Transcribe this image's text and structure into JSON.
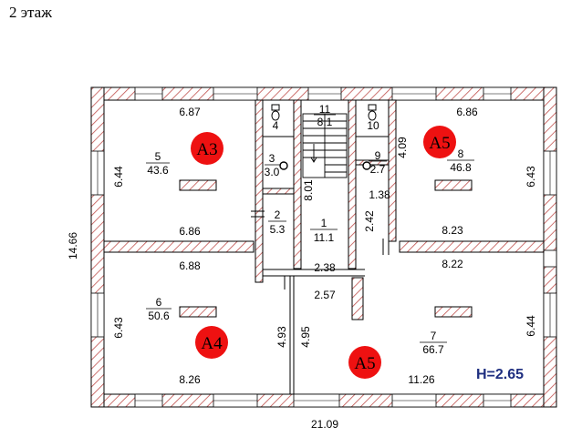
{
  "title": "2 этаж",
  "height_label": "H=2.65",
  "colors": {
    "wall_hatch": "#c0504d",
    "marker": "#ee1111",
    "height_text": "#1f2f80"
  },
  "overall": {
    "width": "21.09",
    "depth": "14.66"
  },
  "rooms": [
    {
      "number": "5",
      "area": "43.6"
    },
    {
      "number": "4",
      "area": ""
    },
    {
      "number": "3",
      "area": "3.0"
    },
    {
      "number": "2",
      "area": "5.3"
    },
    {
      "number": "11",
      "area": "8.1"
    },
    {
      "number": "1",
      "area": "11.1"
    },
    {
      "number": "10",
      "area": ""
    },
    {
      "number": "9",
      "area": "2.7"
    },
    {
      "number": "8",
      "area": "46.8"
    },
    {
      "number": "6",
      "area": "50.6"
    },
    {
      "number": "7",
      "area": "66.7"
    }
  ],
  "dimensions": {
    "r5_top": "6.87",
    "r5_side": "6.44",
    "r5_bottom": "6.86",
    "r8_top": "6.86",
    "r8_side": "6.43",
    "r8_bottom": "8.23",
    "r9_width": "1.38",
    "r9_height": "4.09",
    "r6_top": "6.88",
    "r6_side": "6.43",
    "r6_bottom": "8.26",
    "r7_top": "8.22",
    "r7_side": "6.44",
    "r7_bottom": "11.26",
    "stair_depth": "8.01",
    "hall_depth": "2.42",
    "corr_width": "2.38",
    "corr_lower": "2.57",
    "corr_depth_a": "4.93",
    "corr_depth_b": "4.95"
  },
  "markers": [
    {
      "label": "A3"
    },
    {
      "label": "A5"
    },
    {
      "label": "A4"
    },
    {
      "label": "A5"
    }
  ]
}
